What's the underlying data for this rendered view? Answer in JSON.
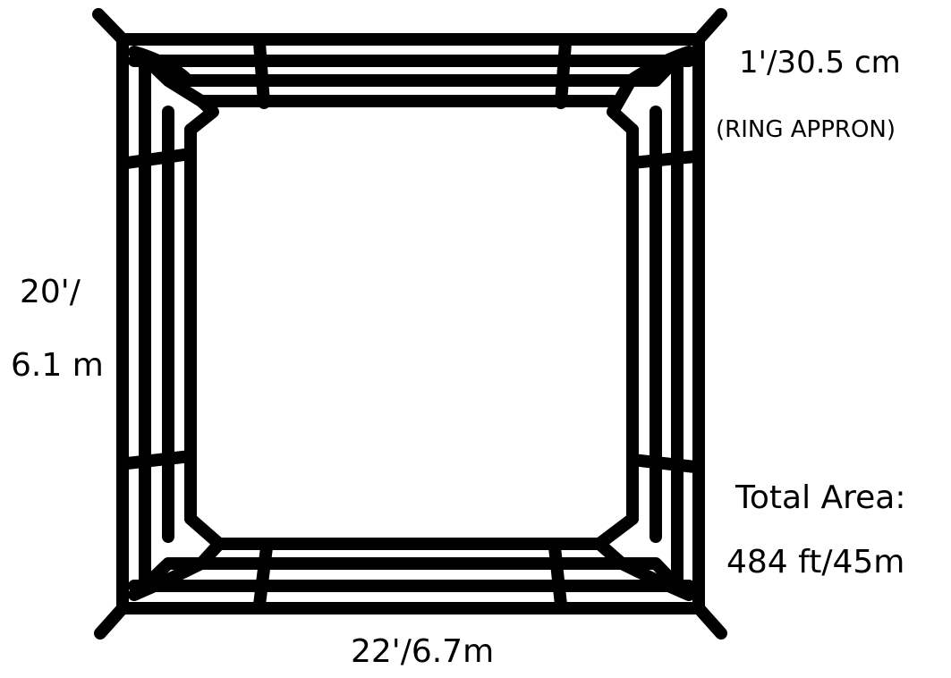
{
  "diagram": {
    "stroke_color": "#000000",
    "background_color": "#ffffff",
    "labels": {
      "apron_size": "1'/30.5 cm",
      "apron_name": "(RING APPRON)",
      "side_length_line1": "20'/",
      "side_length_line2": "6.1 m",
      "total_area_line1": "Total Area:",
      "total_area_line2": "484 ft/45m",
      "bottom_length": "22'/6.7m"
    }
  }
}
